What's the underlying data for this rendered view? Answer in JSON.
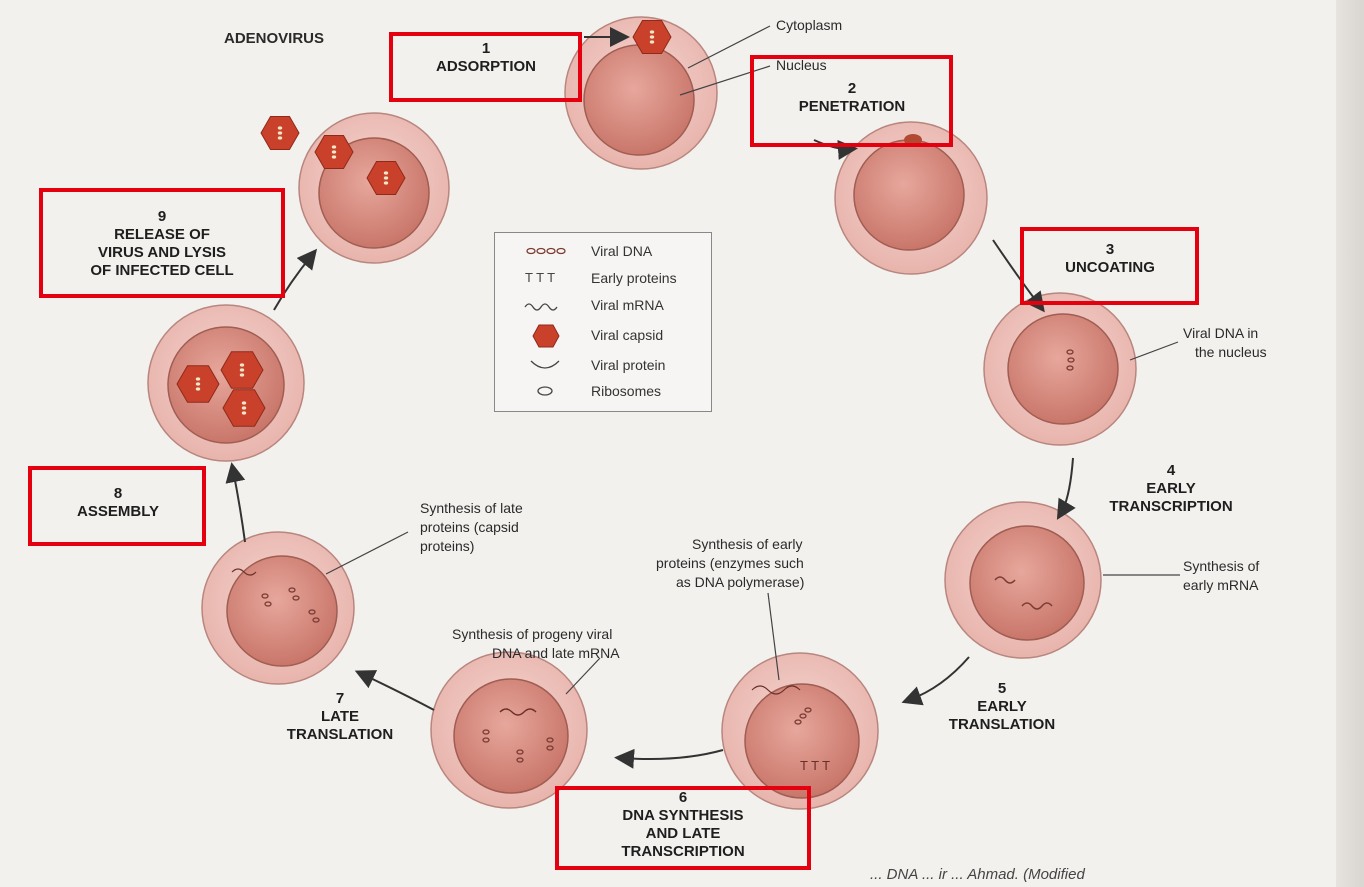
{
  "title": "ADENOVIRUS",
  "labels": {
    "cytoplasm": "Cytoplasm",
    "nucleus": "Nucleus",
    "viral_dna_nucleus_1": "Viral DNA in",
    "viral_dna_nucleus_2": "the nucleus",
    "synth_early_mrna_1": "Synthesis of",
    "synth_early_mrna_2": "early mRNA",
    "synth_early_proteins_1": "Synthesis of early",
    "synth_early_proteins_2": "proteins (enzymes such",
    "synth_early_proteins_3": "as DNA polymerase)",
    "synth_progeny_1": "Synthesis of progeny viral",
    "synth_progeny_2": "DNA and late mRNA",
    "synth_late_1": "Synthesis of late",
    "synth_late_2": "proteins (capsid",
    "synth_late_3": "proteins)"
  },
  "steps": [
    {
      "num": "1",
      "line1": "ADSORPTION",
      "line2": "",
      "line3": ""
    },
    {
      "num": "2",
      "line1": "PENETRATION",
      "line2": "",
      "line3": ""
    },
    {
      "num": "3",
      "line1": "UNCOATING",
      "line2": "",
      "line3": ""
    },
    {
      "num": "4",
      "line1": "EARLY",
      "line2": "TRANSCRIPTION",
      "line3": ""
    },
    {
      "num": "5",
      "line1": "EARLY",
      "line2": "TRANSLATION",
      "line3": ""
    },
    {
      "num": "6",
      "line1": "DNA SYNTHESIS",
      "line2": "AND LATE",
      "line3": "TRANSCRIPTION"
    },
    {
      "num": "7",
      "line1": "LATE",
      "line2": "TRANSLATION",
      "line3": ""
    },
    {
      "num": "8",
      "line1": "ASSEMBLY",
      "line2": "",
      "line3": ""
    },
    {
      "num": "9",
      "line1": "RELEASE OF",
      "line2": "VIRUS AND LYSIS",
      "line3": "OF INFECTED CELL"
    }
  ],
  "legend": [
    {
      "icon": "viral-dna-icon",
      "label": "Viral DNA"
    },
    {
      "icon": "early-proteins-icon",
      "label": "Early proteins"
    },
    {
      "icon": "viral-mrna-icon",
      "label": "Viral mRNA"
    },
    {
      "icon": "viral-capsid-icon",
      "label": "Viral capsid"
    },
    {
      "icon": "viral-protein-icon",
      "label": "Viral protein"
    },
    {
      "icon": "ribosomes-icon",
      "label": "Ribosomes"
    }
  ],
  "caption": "... DNA ... ir ... Ahmad. (Modified",
  "colors": {
    "highlight_box": "#e4000f",
    "capsid": "#c9412a",
    "cell_outer": "#edc3bd",
    "nucleus": "#d68a7e"
  }
}
